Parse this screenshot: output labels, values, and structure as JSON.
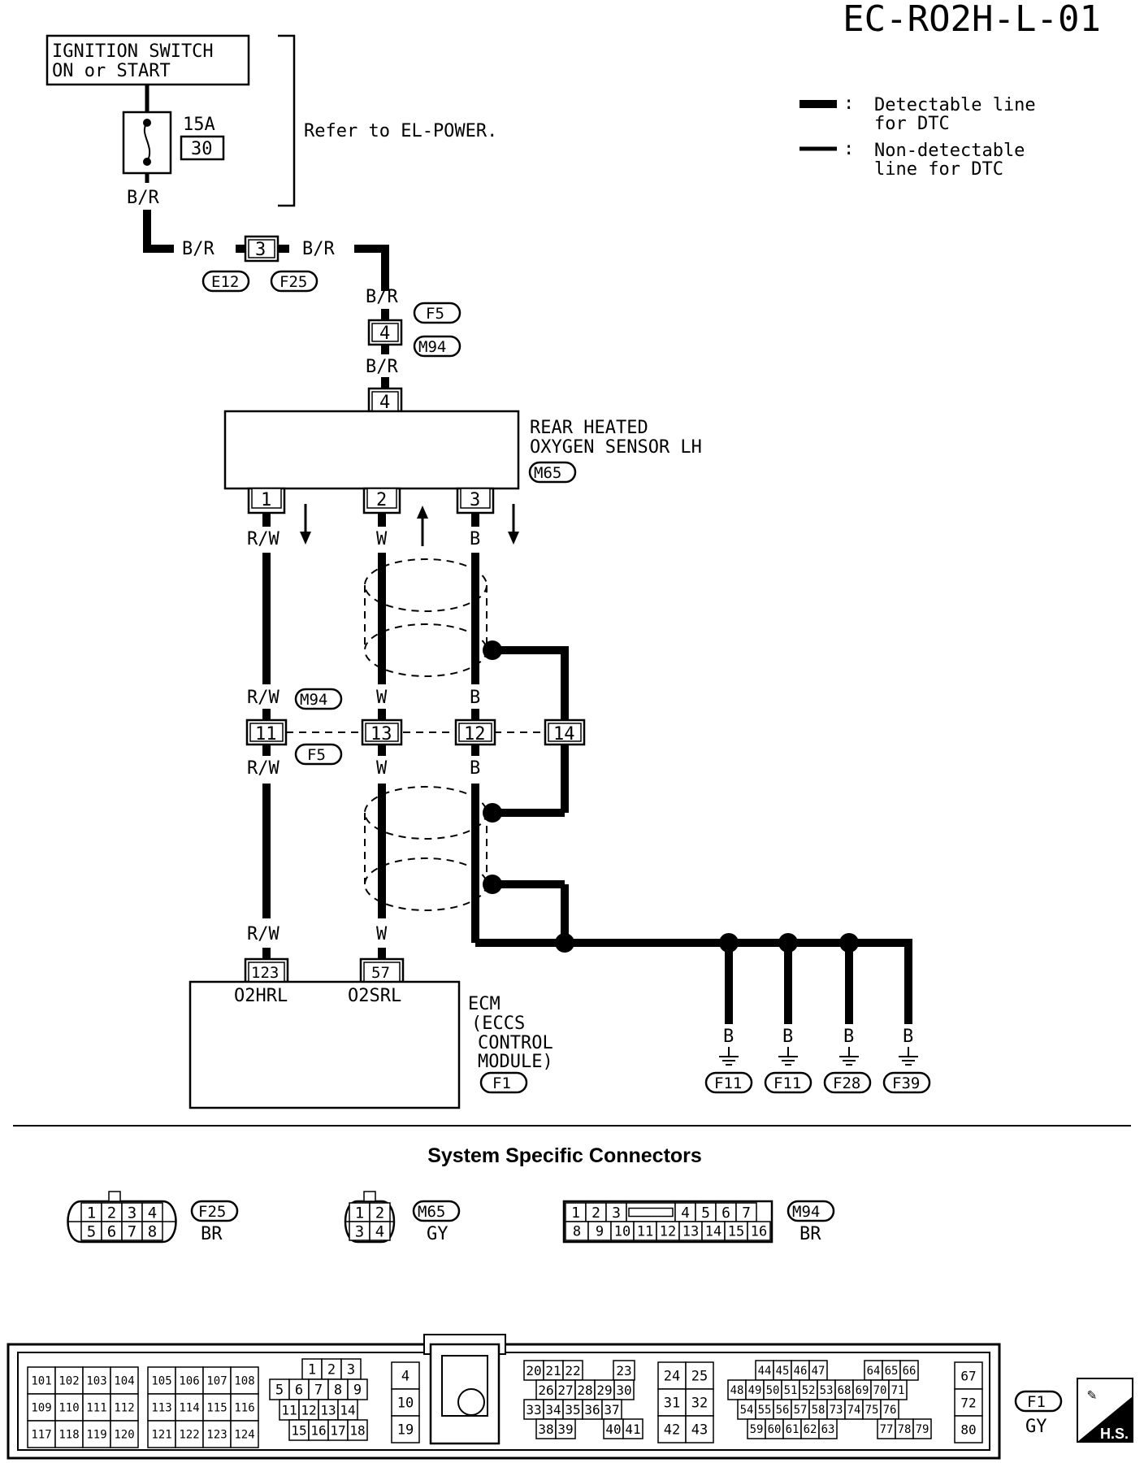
{
  "diagram_code": "EC-RO2H-L-01",
  "legend": {
    "detectable_line1": "Detectable line",
    "detectable_line2": "for DTC",
    "nondetectable_line1": "Non-detectable",
    "nondetectable_line2": "line for DTC",
    "colon": ":"
  },
  "power": {
    "ignition_line1": "IGNITION SWITCH",
    "ignition_line2": "ON or START",
    "fuse_rating": "15A",
    "fuse_number": "30",
    "refer_text": "Refer to EL-POWER."
  },
  "wires": {
    "br": "B/R",
    "rw": "R/W",
    "w": "W",
    "b": "B"
  },
  "connectors": {
    "e12": "E12",
    "f25": "F25",
    "f5": "F5",
    "m94": "M94",
    "m65": "M65",
    "f1": "F1",
    "f11": "F11",
    "f28": "F28",
    "f39": "F39"
  },
  "pins": {
    "p3": "3",
    "p4": "4",
    "p1": "1",
    "p2": "2",
    "p11": "11",
    "p13": "13",
    "p12": "12",
    "p14": "14",
    "p123": "123",
    "p57": "57"
  },
  "sensor": {
    "line1": "REAR HEATED",
    "line2": "OXYGEN SENSOR LH"
  },
  "ecm": {
    "line1": "ECM",
    "line2": "(ECCS",
    "line3": "CONTROL",
    "line4": "MODULE)",
    "pin_o2hrl": "O2HRL",
    "pin_o2srl": "O2SRL"
  },
  "system_connectors": {
    "heading": "System Specific Connectors",
    "f25": {
      "id": "F25",
      "color": "BR",
      "row1": [
        "1",
        "2",
        "3",
        "4"
      ],
      "row2": [
        "5",
        "6",
        "7",
        "8"
      ]
    },
    "m65": {
      "id": "M65",
      "color": "GY",
      "row1": [
        "1",
        "2"
      ],
      "row2": [
        "3",
        "4"
      ]
    },
    "m94": {
      "id": "M94",
      "color": "BR",
      "row1": [
        "1",
        "2",
        "3",
        "",
        "4",
        "5",
        "6",
        "7"
      ],
      "row2": [
        "8",
        "9",
        "10",
        "11",
        "12",
        "13",
        "14",
        "15",
        "16"
      ]
    }
  },
  "ecm_connector": {
    "id": "F1",
    "color": "GY",
    "hs": "H.S.",
    "block1": [
      [
        "101",
        "102",
        "103",
        "104"
      ],
      [
        "109",
        "110",
        "111",
        "112"
      ],
      [
        "117",
        "118",
        "119",
        "120"
      ]
    ],
    "block2": [
      [
        "105",
        "106",
        "107",
        "108"
      ],
      [
        "113",
        "114",
        "115",
        "116"
      ],
      [
        "121",
        "122",
        "123",
        "124"
      ]
    ],
    "block3_row1": [
      "1",
      "2",
      "3"
    ],
    "block3_row2": [
      "5",
      "6",
      "7",
      "8",
      "9"
    ],
    "block3_row3": [
      "11",
      "12",
      "13",
      "14"
    ],
    "block3_row4": [
      "15",
      "16",
      "17",
      "18"
    ],
    "block4": [
      "4",
      "10",
      "19"
    ],
    "block5_row1": [
      "20",
      "21",
      "22",
      "23"
    ],
    "block5_row2": [
      "26",
      "27",
      "28",
      "29",
      "30"
    ],
    "block5_row3": [
      "33",
      "34",
      "35",
      "36",
      "37"
    ],
    "block5_row4": [
      "38",
      "39",
      "40",
      "41"
    ],
    "block6": [
      [
        "24",
        "25"
      ],
      [
        "31",
        "32"
      ],
      [
        "42",
        "43"
      ]
    ],
    "block7_row1": [
      "44",
      "45",
      "46",
      "47",
      "64",
      "65",
      "66"
    ],
    "block7_row2": [
      "48",
      "49",
      "50",
      "51",
      "52",
      "53",
      "68",
      "69",
      "70",
      "71"
    ],
    "block7_row3": [
      "54",
      "55",
      "56",
      "57",
      "58",
      "73",
      "74",
      "75",
      "76"
    ],
    "block7_row4": [
      "59",
      "60",
      "61",
      "62",
      "63",
      "77",
      "78",
      "79"
    ],
    "block8": [
      "67",
      "72",
      "80"
    ]
  }
}
